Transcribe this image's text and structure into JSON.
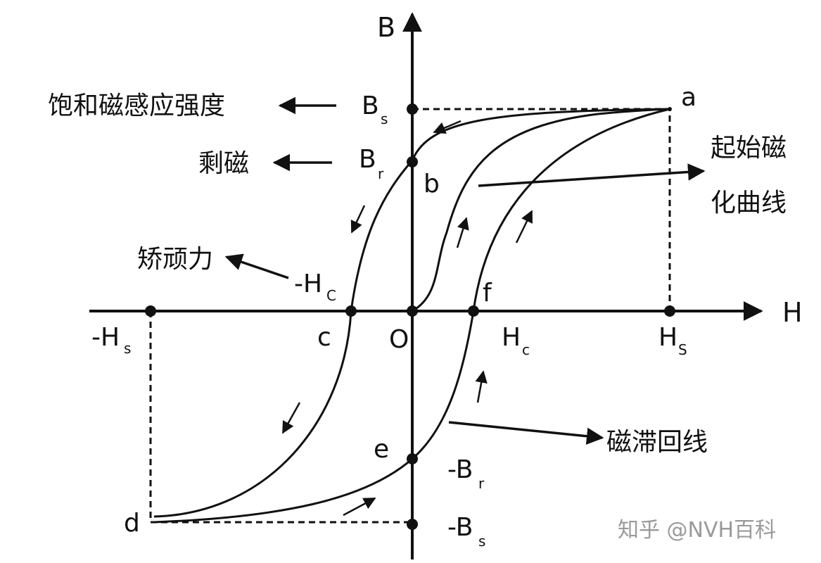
{
  "axes": {
    "x_label": "H",
    "y_label": "B",
    "origin_label": "O"
  },
  "points": {
    "a": "a",
    "b": "b",
    "c": "c",
    "d": "d",
    "e": "e",
    "f": "f"
  },
  "tick_labels": {
    "bs_main": "B",
    "bs_sub": "s",
    "br_main": "B",
    "br_sub": "r",
    "neg_hc_main": "-H",
    "neg_hc_sub": "C",
    "neg_hs_main": "-H",
    "neg_hs_sub": "s",
    "hc_main": "H",
    "hc_sub": "c",
    "hs_main": "H",
    "hs_sub": "S",
    "neg_br_main": "-B",
    "neg_br_sub": "r",
    "neg_bs_main": "-B",
    "neg_bs_sub": "s"
  },
  "annotations": {
    "saturation": "饱和磁感应强度",
    "remanence": "剩磁",
    "coercivity": "矫顽力",
    "initial_curve_line1": "起始磁",
    "initial_curve_line2": "化曲线",
    "hysteresis_loop": "磁滞回线"
  },
  "watermark": "知乎 @NVH百科"
}
